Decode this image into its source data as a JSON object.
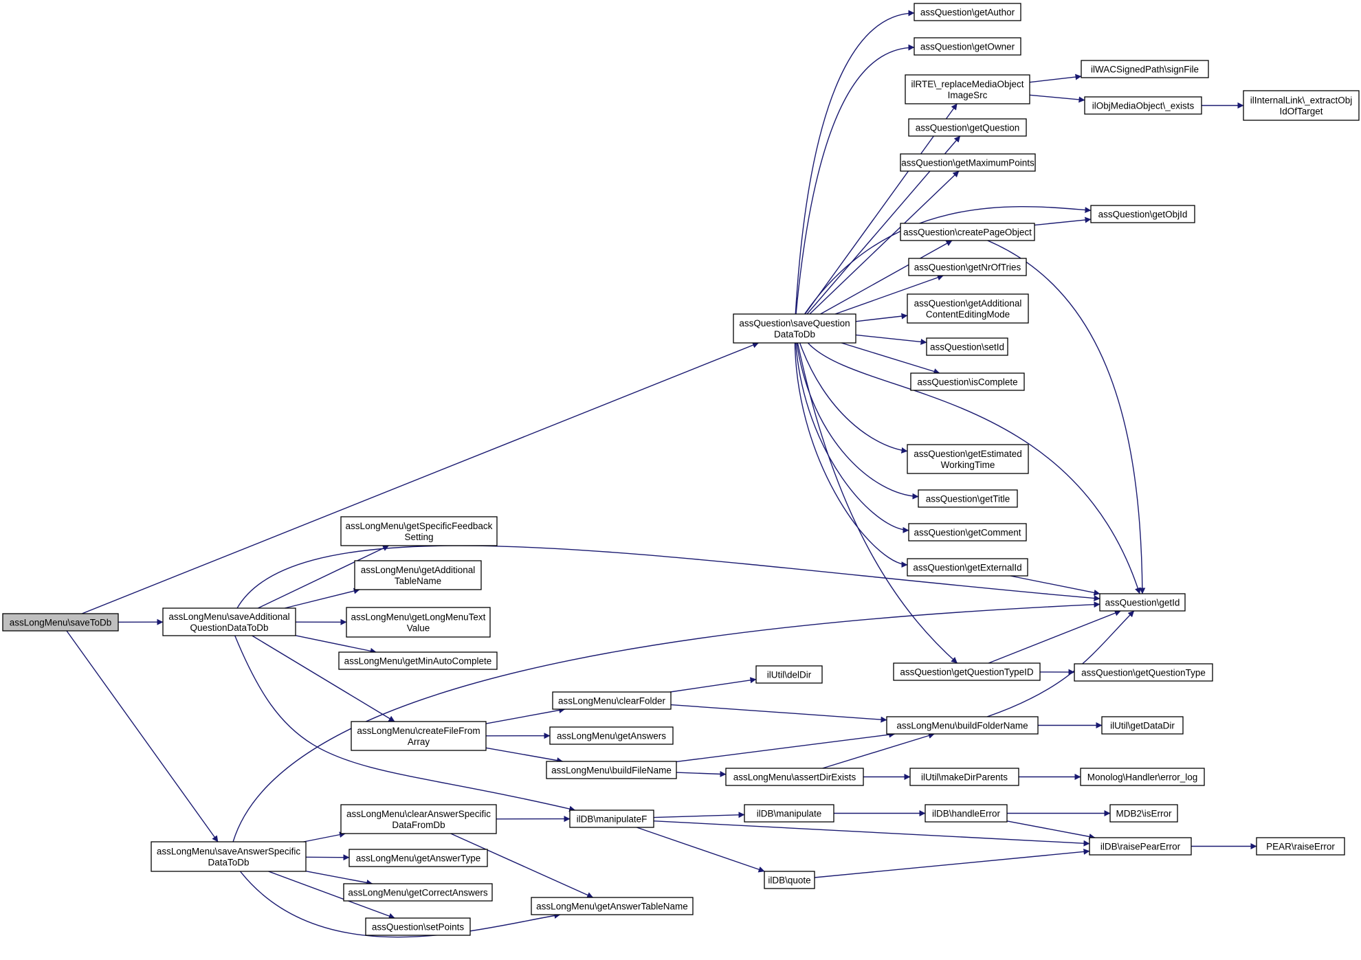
{
  "graph": {
    "edge_color": "#191970",
    "root_fill": "#bfbfbf",
    "nodes": [
      {
        "id": "saveToDb",
        "lines": [
          "assLongMenu\\saveToDb"
        ],
        "root": true
      },
      {
        "id": "saveAdditional",
        "lines": [
          "assLongMenu\\saveAdditional",
          "QuestionDataToDb"
        ]
      },
      {
        "id": "saveAnswerSpecific",
        "lines": [
          "assLongMenu\\saveAnswerSpecific",
          "DataToDb"
        ]
      },
      {
        "id": "saveQuestionDataToDb",
        "lines": [
          "assQuestion\\saveQuestion",
          "DataToDb"
        ]
      },
      {
        "id": "getSpecificFeedback",
        "lines": [
          "assLongMenu\\getSpecificFeedback",
          "Setting"
        ]
      },
      {
        "id": "getAdditionalTableName",
        "lines": [
          "assLongMenu\\getAdditional",
          "TableName"
        ]
      },
      {
        "id": "getLongMenuTextValue",
        "lines": [
          "assLongMenu\\getLongMenuText",
          "Value"
        ]
      },
      {
        "id": "getMinAutoComplete",
        "lines": [
          "assLongMenu\\getMinAutoComplete"
        ]
      },
      {
        "id": "createFileFromArray",
        "lines": [
          "assLongMenu\\createFileFrom",
          "Array"
        ]
      },
      {
        "id": "clearAnswerSpecific",
        "lines": [
          "assLongMenu\\clearAnswerSpecific",
          "DataFromDb"
        ]
      },
      {
        "id": "getAnswerType",
        "lines": [
          "assLongMenu\\getAnswerType"
        ]
      },
      {
        "id": "getCorrectAnswers",
        "lines": [
          "assLongMenu\\getCorrectAnswers"
        ]
      },
      {
        "id": "setPoints",
        "lines": [
          "assQuestion\\setPoints"
        ]
      },
      {
        "id": "getAnswerTableName",
        "lines": [
          "assLongMenu\\getAnswerTableName"
        ]
      },
      {
        "id": "clearFolder",
        "lines": [
          "assLongMenu\\clearFolder"
        ]
      },
      {
        "id": "getAnswers",
        "lines": [
          "assLongMenu\\getAnswers"
        ]
      },
      {
        "id": "buildFileName",
        "lines": [
          "assLongMenu\\buildFileName"
        ]
      },
      {
        "id": "manipulateF",
        "lines": [
          "ilDB\\manipulateF"
        ]
      },
      {
        "id": "delDir",
        "lines": [
          "ilUtil\\delDir"
        ]
      },
      {
        "id": "manipulate",
        "lines": [
          "ilDB\\manipulate"
        ]
      },
      {
        "id": "quote",
        "lines": [
          "ilDB\\quote"
        ]
      },
      {
        "id": "assertDirExists",
        "lines": [
          "assLongMenu\\assertDirExists"
        ]
      },
      {
        "id": "getAuthor",
        "lines": [
          "assQuestion\\getAuthor"
        ]
      },
      {
        "id": "getOwner",
        "lines": [
          "assQuestion\\getOwner"
        ]
      },
      {
        "id": "replaceMedia",
        "lines": [
          "ilRTE\\_replaceMediaObject",
          "ImageSrc"
        ]
      },
      {
        "id": "getQuestion",
        "lines": [
          "assQuestion\\getQuestion"
        ]
      },
      {
        "id": "getMaximumPoints",
        "lines": [
          "assQuestion\\getMaximumPoints"
        ]
      },
      {
        "id": "createPageObject",
        "lines": [
          "assQuestion\\createPageObject"
        ]
      },
      {
        "id": "getNrOfTries",
        "lines": [
          "assQuestion\\getNrOfTries"
        ]
      },
      {
        "id": "getAdditionalContent",
        "lines": [
          "assQuestion\\getAdditional",
          "ContentEditingMode"
        ]
      },
      {
        "id": "setId",
        "lines": [
          "assQuestion\\setId"
        ]
      },
      {
        "id": "isComplete",
        "lines": [
          "assQuestion\\isComplete"
        ]
      },
      {
        "id": "getEstimated",
        "lines": [
          "assQuestion\\getEstimated",
          "WorkingTime"
        ]
      },
      {
        "id": "getTitle",
        "lines": [
          "assQuestion\\getTitle"
        ]
      },
      {
        "id": "getComment",
        "lines": [
          "assQuestion\\getComment"
        ]
      },
      {
        "id": "getExternalId",
        "lines": [
          "assQuestion\\getExternalId"
        ]
      },
      {
        "id": "getQuestionTypeID",
        "lines": [
          "assQuestion\\getQuestionTypeID"
        ]
      },
      {
        "id": "buildFolderName",
        "lines": [
          "assLongMenu\\buildFolderName"
        ]
      },
      {
        "id": "makeDirParents",
        "lines": [
          "ilUtil\\makeDirParents"
        ]
      },
      {
        "id": "handleError",
        "lines": [
          "ilDB\\handleError"
        ]
      },
      {
        "id": "raisePearError",
        "lines": [
          "ilDB\\raisePearError"
        ]
      },
      {
        "id": "signFile",
        "lines": [
          "ilWACSignedPath\\signFile"
        ]
      },
      {
        "id": "exists",
        "lines": [
          "ilObjMediaObject\\_exists"
        ]
      },
      {
        "id": "getObjId",
        "lines": [
          "assQuestion\\getObjId"
        ]
      },
      {
        "id": "getId",
        "lines": [
          "assQuestion\\getId"
        ]
      },
      {
        "id": "getQuestionType",
        "lines": [
          "assQuestion\\getQuestionType"
        ]
      },
      {
        "id": "getDataDir",
        "lines": [
          "ilUtil\\getDataDir"
        ]
      },
      {
        "id": "errorLog",
        "lines": [
          "Monolog\\Handler\\error_log"
        ]
      },
      {
        "id": "isError",
        "lines": [
          "MDB2\\isError"
        ]
      },
      {
        "id": "extractObj",
        "lines": [
          "ilInternalLink\\_extractObj",
          "IdOfTarget"
        ]
      },
      {
        "id": "raiseError",
        "lines": [
          "PEAR\\raiseError"
        ]
      }
    ],
    "edges": [
      [
        "saveToDb",
        "saveQuestionDataToDb"
      ],
      [
        "saveToDb",
        "saveAdditional"
      ],
      [
        "saveToDb",
        "saveAnswerSpecific"
      ],
      [
        "saveAdditional",
        "getSpecificFeedback"
      ],
      [
        "saveAdditional",
        "getAdditionalTableName"
      ],
      [
        "saveAdditional",
        "getLongMenuTextValue"
      ],
      [
        "saveAdditional",
        "getMinAutoComplete"
      ],
      [
        "saveAdditional",
        "createFileFromArray"
      ],
      [
        "saveAdditional",
        "manipulateF"
      ],
      [
        "saveAdditional",
        "getId"
      ],
      [
        "saveAnswerSpecific",
        "clearAnswerSpecific"
      ],
      [
        "saveAnswerSpecific",
        "getAnswerType"
      ],
      [
        "saveAnswerSpecific",
        "getCorrectAnswers"
      ],
      [
        "saveAnswerSpecific",
        "setPoints"
      ],
      [
        "saveAnswerSpecific",
        "getAnswerTableName"
      ],
      [
        "saveAnswerSpecific",
        "getId"
      ],
      [
        "createFileFromArray",
        "clearFolder"
      ],
      [
        "createFileFromArray",
        "getAnswers"
      ],
      [
        "createFileFromArray",
        "buildFileName"
      ],
      [
        "clearAnswerSpecific",
        "manipulateF"
      ],
      [
        "clearAnswerSpecific",
        "getAnswerTableName"
      ],
      [
        "clearFolder",
        "delDir"
      ],
      [
        "clearFolder",
        "buildFolderName"
      ],
      [
        "buildFileName",
        "buildFolderName"
      ],
      [
        "buildFileName",
        "assertDirExists"
      ],
      [
        "manipulateF",
        "manipulate"
      ],
      [
        "manipulateF",
        "quote"
      ],
      [
        "manipulateF",
        "raisePearError"
      ],
      [
        "manipulate",
        "handleError"
      ],
      [
        "quote",
        "raisePearError"
      ],
      [
        "assertDirExists",
        "buildFolderName"
      ],
      [
        "assertDirExists",
        "makeDirParents"
      ],
      [
        "handleError",
        "isError"
      ],
      [
        "handleError",
        "raisePearError"
      ],
      [
        "makeDirParents",
        "errorLog"
      ],
      [
        "buildFolderName",
        "getDataDir"
      ],
      [
        "buildFolderName",
        "getId"
      ],
      [
        "raisePearError",
        "raiseError"
      ],
      [
        "saveQuestionDataToDb",
        "getAuthor"
      ],
      [
        "saveQuestionDataToDb",
        "getOwner"
      ],
      [
        "saveQuestionDataToDb",
        "replaceMedia"
      ],
      [
        "saveQuestionDataToDb",
        "getQuestion"
      ],
      [
        "saveQuestionDataToDb",
        "getMaximumPoints"
      ],
      [
        "saveQuestionDataToDb",
        "createPageObject"
      ],
      [
        "saveQuestionDataToDb",
        "getObjId"
      ],
      [
        "saveQuestionDataToDb",
        "getNrOfTries"
      ],
      [
        "saveQuestionDataToDb",
        "getAdditionalContent"
      ],
      [
        "saveQuestionDataToDb",
        "setId"
      ],
      [
        "saveQuestionDataToDb",
        "isComplete"
      ],
      [
        "saveQuestionDataToDb",
        "getId"
      ],
      [
        "saveQuestionDataToDb",
        "getEstimated"
      ],
      [
        "saveQuestionDataToDb",
        "getTitle"
      ],
      [
        "saveQuestionDataToDb",
        "getComment"
      ],
      [
        "saveQuestionDataToDb",
        "getExternalId"
      ],
      [
        "saveQuestionDataToDb",
        "getQuestionTypeID"
      ],
      [
        "replaceMedia",
        "signFile"
      ],
      [
        "replaceMedia",
        "exists"
      ],
      [
        "exists",
        "extractObj"
      ],
      [
        "createPageObject",
        "getObjId"
      ],
      [
        "createPageObject",
        "getId"
      ],
      [
        "getExternalId",
        "getId"
      ],
      [
        "getQuestionTypeID",
        "getId"
      ],
      [
        "getQuestionTypeID",
        "getQuestionType"
      ]
    ]
  }
}
